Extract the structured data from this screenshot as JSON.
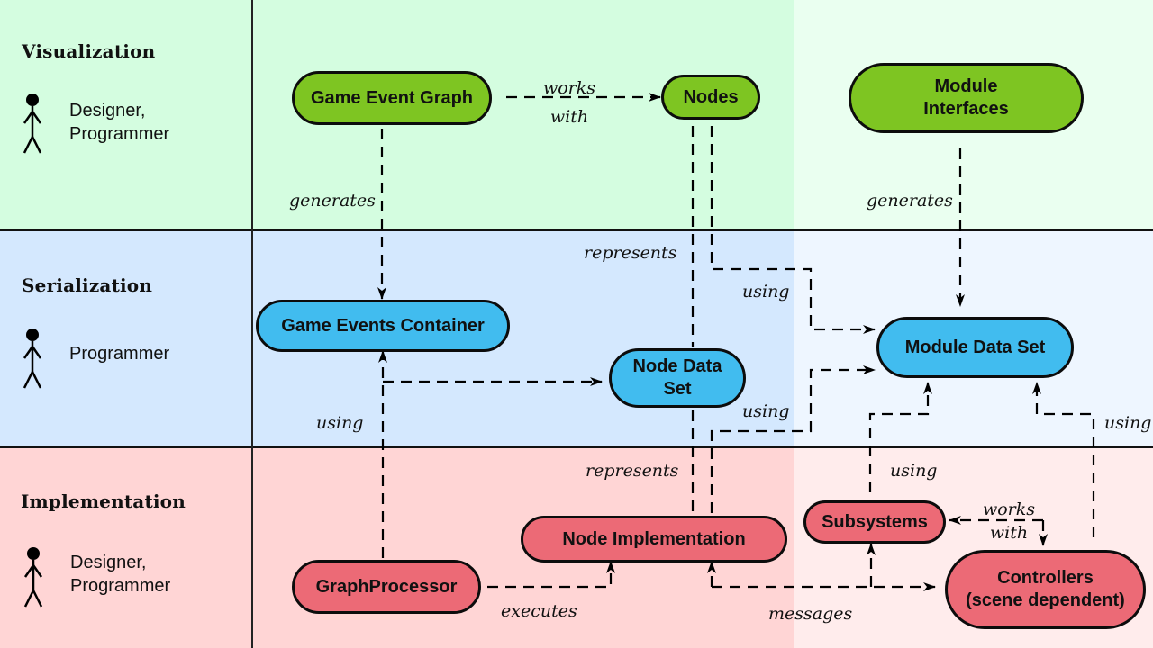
{
  "lanes": [
    {
      "title": "Visualization",
      "roles": "Designer,\nProgrammer",
      "background": "#d4fde0"
    },
    {
      "title": "Serialization",
      "roles": "Programmer",
      "background": "#d4e8fe"
    },
    {
      "title": "Implementation",
      "roles": "Designer,\nProgrammer",
      "background": "#ffd5d5"
    }
  ],
  "nodes": {
    "game_event_graph": "Game Event Graph",
    "nodes": "Nodes",
    "module_interfaces": "Module\nInterfaces",
    "game_events_container": "Game Events Container",
    "node_data_set": "Node Data\nSet",
    "module_data_set": "Module Data Set",
    "graph_processor": "GraphProcessor",
    "node_implementation": "Node Implementation",
    "subsystems": "Subsystems",
    "controllers": "Controllers\n(scene dependent)"
  },
  "node_colors": {
    "visualization": "#7ec522",
    "serialization": "#41bcef",
    "implementation": "#ec6a76"
  },
  "edge_labels": {
    "works_with_top": "works\nwith",
    "generates_left": "generates",
    "generates_right": "generates",
    "represents_top": "represents",
    "using_nodes_module": "using",
    "using_container": "using",
    "using_nodedata_module": "using",
    "represents_bottom": "represents",
    "using_subsystems": "using",
    "using_controllers": "using",
    "works_with_bottom": "works\nwith",
    "executes": "executes",
    "messages": "messages"
  }
}
